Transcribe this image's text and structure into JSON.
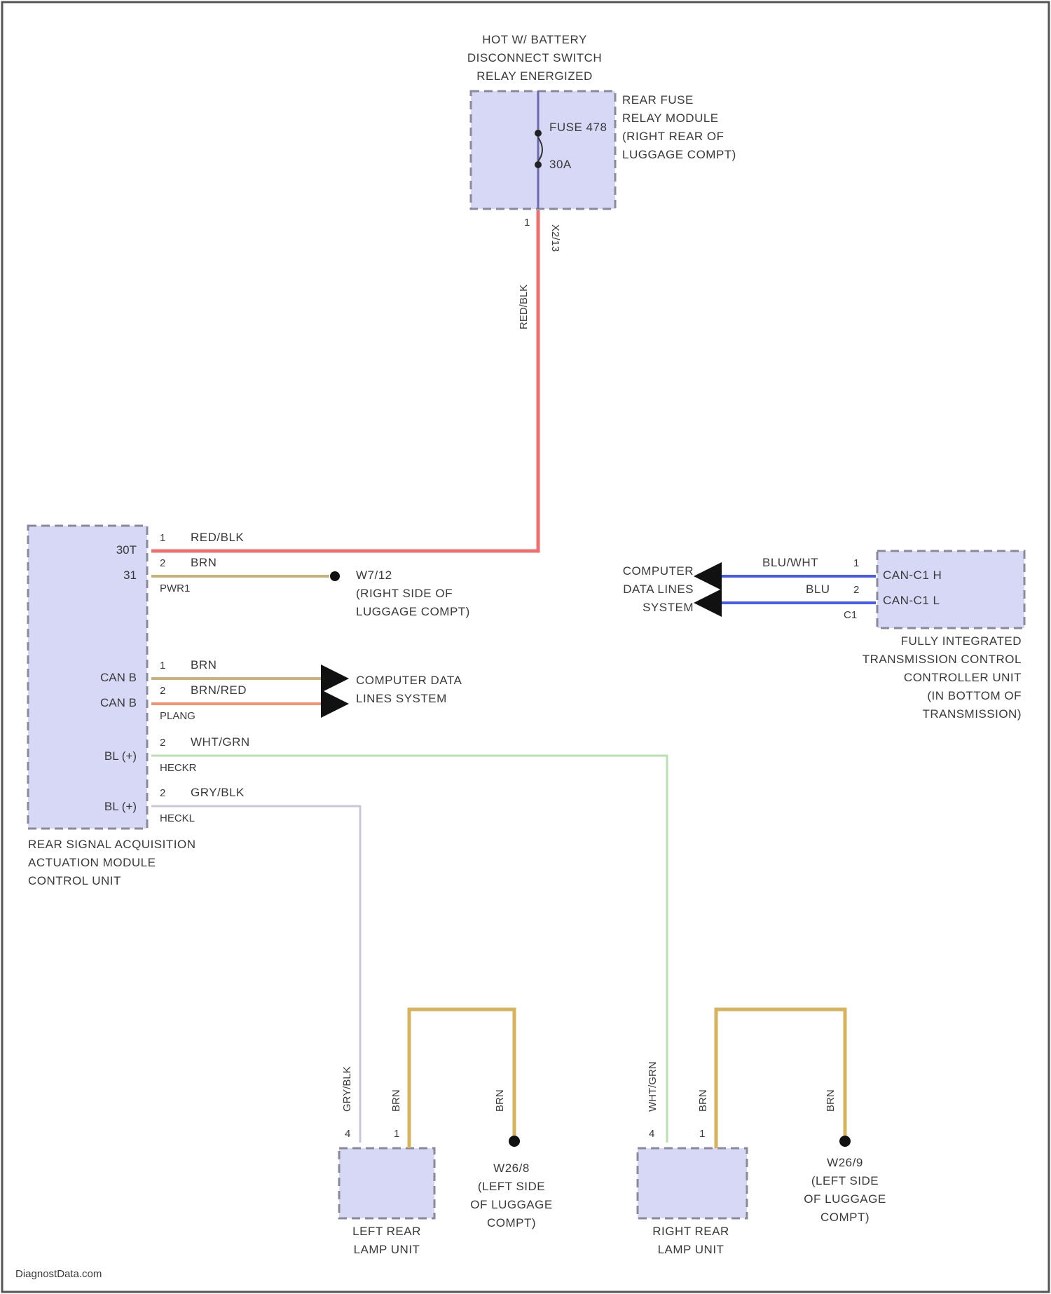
{
  "source_label": "DiagnostData.com",
  "colors": {
    "component_fill": "#d6d8f5",
    "red_blk": "#ef6f6f",
    "brn": "#c8b27a",
    "brn_red": "#f29273",
    "wht_grn": "#b8e0b0",
    "gry_blk": "#c9c6d6",
    "blu": "#4a5be8",
    "fuse_wire": "#6a6ab0",
    "lamp_brn": "#d9b25c"
  },
  "fuse_module": {
    "header": [
      "HOT W/ BATTERY",
      "DISCONNECT SWITCH",
      "RELAY ENERGIZED"
    ],
    "name": [
      "REAR FUSE",
      "RELAY MODULE",
      "(RIGHT REAR OF",
      "LUGGAGE COMPT)"
    ],
    "fuse_label": "FUSE 478",
    "amp_label": "30A",
    "pin": "1",
    "connector": "X2/13",
    "wire_color": "RED/BLK"
  },
  "rsam": {
    "name": [
      "REAR SIGNAL ACQUISITION",
      "ACTUATION MODULE",
      "CONTROL UNIT"
    ],
    "pins": [
      {
        "id": "30T",
        "pin": "1",
        "wire": "RED/BLK",
        "conn": ""
      },
      {
        "id": "31",
        "pin": "2",
        "wire": "BRN",
        "conn": "PWR1"
      },
      {
        "id": "CAN B",
        "pin": "1",
        "wire": "BRN",
        "conn": ""
      },
      {
        "id": "CAN B",
        "pin": "2",
        "wire": "BRN/RED",
        "conn": "PLANG"
      },
      {
        "id": "BL (+)",
        "pin": "2",
        "wire": "WHT/GRN",
        "conn": "HECKR"
      },
      {
        "id": "BL (+)",
        "pin": "2",
        "wire": "GRY/BLK",
        "conn": "HECKL"
      }
    ]
  },
  "ground_w": {
    "name": [
      "W7/12",
      "(RIGHT SIDE OF",
      "LUGGAGE COMPT)"
    ]
  },
  "can_dest": {
    "name": [
      "COMPUTER DATA",
      "LINES SYSTEM"
    ]
  },
  "tcu": {
    "name": [
      "FULLY INTEGRATED",
      "TRANSMISSION CONTROL",
      "CONTROLLER UNIT",
      "(IN BOTTOM OF",
      "TRANSMISSION)"
    ],
    "pin_labels": [
      "CAN-C1 H",
      "CAN-C1 L"
    ],
    "wires": [
      {
        "pin": "1",
        "color": "BLU/WHT"
      },
      {
        "pin": "2",
        "color": "BLU"
      }
    ],
    "conn": "C1",
    "dest": [
      "COMPUTER",
      "DATA LINES",
      "SYSTEM"
    ]
  },
  "left_lamp": {
    "name": [
      "LEFT REAR",
      "LAMP UNIT"
    ],
    "pin_a": "4",
    "wire_a": "GRY/BLK",
    "pin_b": "1",
    "wire_b": "BRN",
    "ground_wire": "BRN",
    "ground": [
      "W26/8",
      "(LEFT SIDE",
      "OF LUGGAGE",
      "COMPT)"
    ]
  },
  "right_lamp": {
    "name": [
      "RIGHT REAR",
      "LAMP UNIT"
    ],
    "pin_a": "4",
    "wire_a": "WHT/GRN",
    "pin_b": "1",
    "wire_b": "BRN",
    "ground_wire": "BRN",
    "ground": [
      "W26/9",
      "(LEFT SIDE",
      "OF LUGGAGE",
      "COMPT)"
    ]
  }
}
